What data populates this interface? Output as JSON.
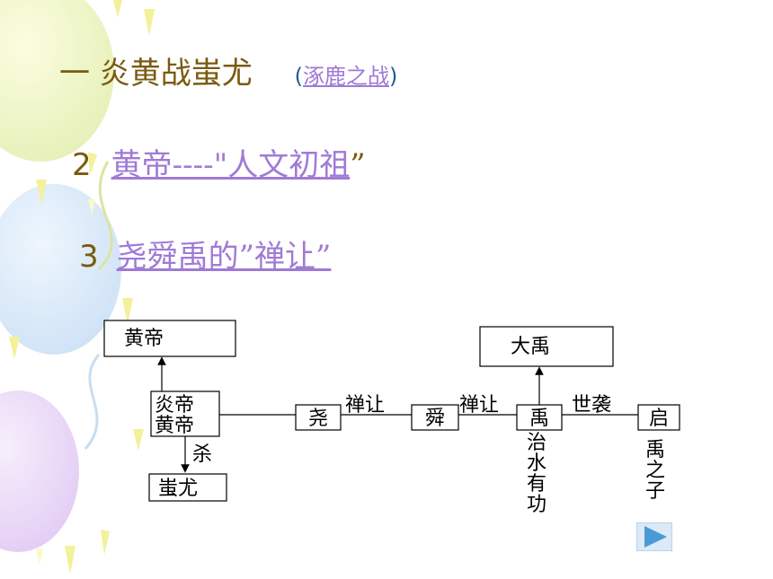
{
  "slide": {
    "line1": {
      "text": "一 炎黄战蚩尤",
      "paren_open": "(",
      "link": "涿鹿之战",
      "paren_close": ")"
    },
    "line2": {
      "num": "2",
      "link": "黄帝----\"人文初祖",
      "quote_close": "”"
    },
    "line3": {
      "num": "3",
      "link": "尧舜禹的”禅让”"
    }
  },
  "diagram": {
    "box_huangdi": "黄帝",
    "box_yan_line1": "炎帝",
    "box_yan_line2": "黄帝",
    "label_sha": "杀",
    "box_chiyou": "蚩尤",
    "box_yao": "尧",
    "label_shanrang1": "禅让",
    "box_shun": "舜",
    "label_shanrang2": "禅让",
    "box_yu": "禹",
    "box_dayu": "大禹",
    "label_shixi": "世袭",
    "box_qi": "启",
    "yu_note": [
      "治",
      "水",
      "有",
      "功"
    ],
    "qi_note": [
      "禹",
      "之",
      "子"
    ]
  },
  "nav": {
    "icon": "play-next-icon",
    "color": "#4a9ad8"
  },
  "colors": {
    "heading": "#7a5a10",
    "link": "#a07ad6",
    "paren": "#1f5a9a"
  }
}
